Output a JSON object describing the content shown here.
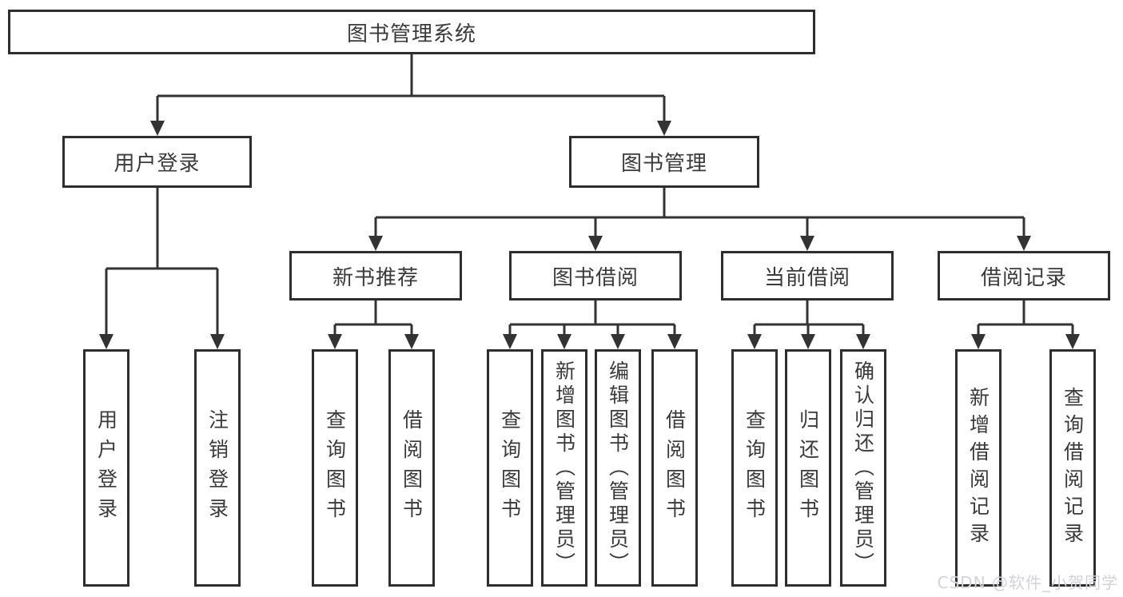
{
  "diagram": {
    "root": {
      "label": "图书管理系统"
    },
    "level2": [
      {
        "label": "用户登录"
      },
      {
        "label": "图书管理"
      }
    ],
    "level3": [
      {
        "label": "新书推荐",
        "parent": "图书管理"
      },
      {
        "label": "图书借阅",
        "parent": "图书管理"
      },
      {
        "label": "当前借阅",
        "parent": "图书管理"
      },
      {
        "label": "借阅记录",
        "parent": "图书管理"
      }
    ],
    "leaves": [
      {
        "label": "用户登录",
        "parent": "用户登录"
      },
      {
        "label": "注销登录",
        "parent": "用户登录"
      },
      {
        "label": "查询图书",
        "parent": "新书推荐"
      },
      {
        "label": "借阅图书",
        "parent": "新书推荐"
      },
      {
        "label": "查询图书",
        "parent": "图书借阅"
      },
      {
        "label": "新增图书（管理员）",
        "parent": "图书借阅"
      },
      {
        "label": "编辑图书（管理员）",
        "parent": "图书借阅"
      },
      {
        "label": "借阅图书",
        "parent": "图书借阅"
      },
      {
        "label": "查询图书",
        "parent": "当前借阅"
      },
      {
        "label": "归还图书",
        "parent": "当前借阅"
      },
      {
        "label": "确认归还（管理员）",
        "parent": "当前借阅"
      },
      {
        "label": "新增借阅记录",
        "parent": "借阅记录"
      },
      {
        "label": "查询借阅记录",
        "parent": "借阅记录"
      }
    ]
  },
  "watermark": {
    "text": "CSDN @软件_小贺同学"
  },
  "colors": {
    "line": "#333333",
    "box_border": "#2e2e2e",
    "text": "#3a3a3a",
    "watermark_text": "#d2d2d8",
    "background": "#ffffff"
  }
}
